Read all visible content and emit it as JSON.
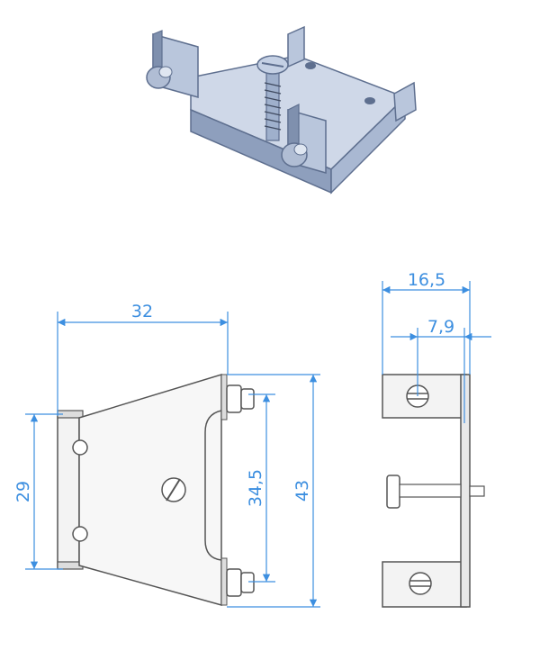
{
  "colors": {
    "dimension": "#3d8fe0",
    "part_outline": "#555555",
    "part_fill": "#f3f3f3",
    "iso_light": "#cfd8e8",
    "iso_mid": "#9fb0cc",
    "iso_dark": "#5e6f8f"
  },
  "dimensions": {
    "front_width": "32",
    "front_left_height": "29",
    "front_inner_height": "34,5",
    "front_total_height": "43",
    "side_width": "16,5",
    "side_offset": "7,9"
  }
}
